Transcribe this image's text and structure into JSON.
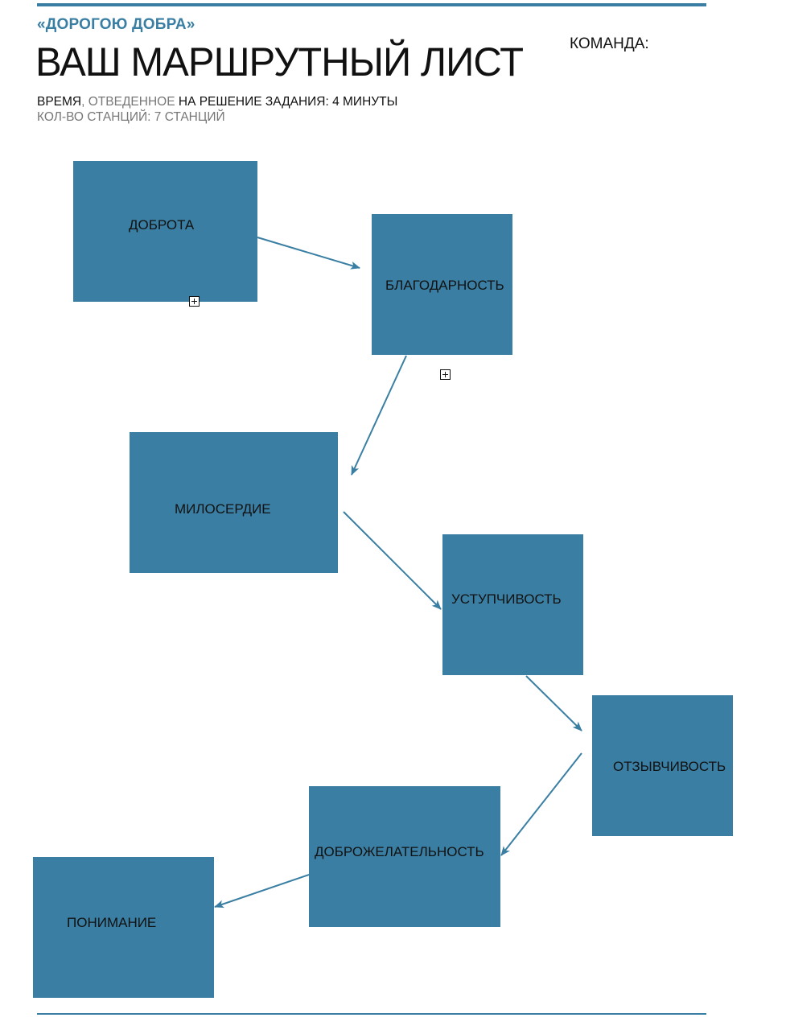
{
  "header": {
    "subtitle": "«ДОРОГОЮ ДОБРА»",
    "title": "ВАШ МАРШРУТНЫЙ ЛИСТ",
    "team_label": "КОМАНДА:",
    "time_part1": "ВРЕМЯ",
    "time_part2": ", ОТВЕДЕННОЕ",
    "time_part3": " НА РЕШЕНИЕ ЗАДАНИЯ: 4 МИНУТЫ",
    "stations_count": "КОЛ-ВО СТАНЦИЙ: 7 СТАНЦИЙ"
  },
  "stations": [
    {
      "label": "ДОБРОТА"
    },
    {
      "label": "БЛАГОДАРНОСТЬ"
    },
    {
      "label": "МИЛОСЕРДИЕ"
    },
    {
      "label": "УСТУПЧИВОСТЬ"
    },
    {
      "label": "ОТЗЫВЧИВОСТЬ"
    },
    {
      "label": "ДОБРОЖЕЛАТЕЛЬНОСТЬ"
    },
    {
      "label": "ПОНИМАНИЕ"
    }
  ],
  "colors": {
    "accent": "#3a7fa3",
    "grey_text": "#777777"
  },
  "icons": [
    "expand-plus-icon",
    "expand-plus-icon"
  ]
}
